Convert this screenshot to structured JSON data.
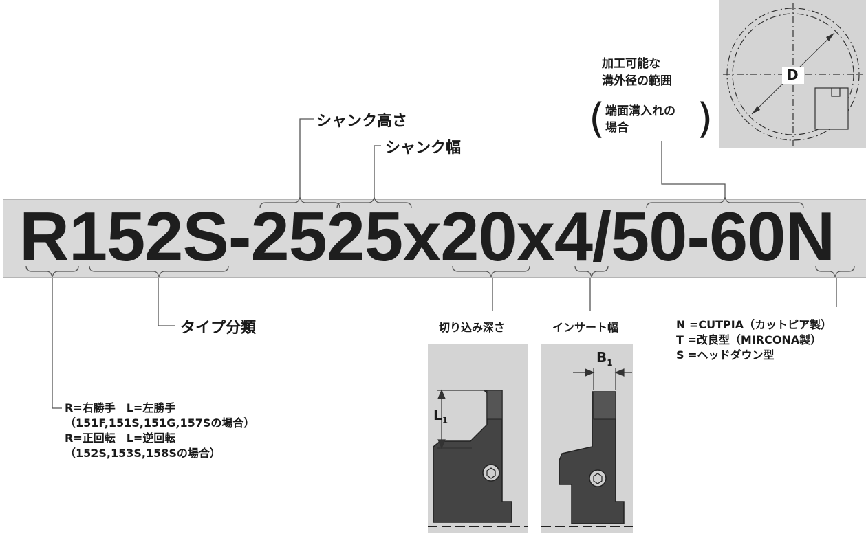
{
  "code": "R152S-2525x20x4/50-60N",
  "labels": {
    "shank_height": "シャンク高さ",
    "shank_width": "シャンク幅",
    "groove_range_line1": "加工可能な",
    "groove_range_line2": "溝外径の範囲",
    "face_groove_line1": "端面溝入れの",
    "face_groove_line2": "場合",
    "type": "タイプ分類",
    "cut_depth": "切り込み深さ",
    "insert_width": "インサート幅"
  },
  "hand_legend": [
    "R=右勝手　L=左勝手",
    "（151F,151S,151G,157Sの場合）",
    "R=正回転　L=逆回転",
    "（152S,153S,158Sの場合）"
  ],
  "suffix_legend": [
    "N =CUTPIA（カットピア製）",
    "T =改良型（MIRCONA製）",
    "S =ヘッドダウン型"
  ],
  "dimension_labels": {
    "diameter": "D",
    "length": "L",
    "length_sub": "1",
    "width": "B",
    "width_sub": "1"
  },
  "colors": {
    "band": "#d9d9d9",
    "panel": "#d4d4d4",
    "tool": "#444444",
    "text": "#1a1a1a"
  }
}
